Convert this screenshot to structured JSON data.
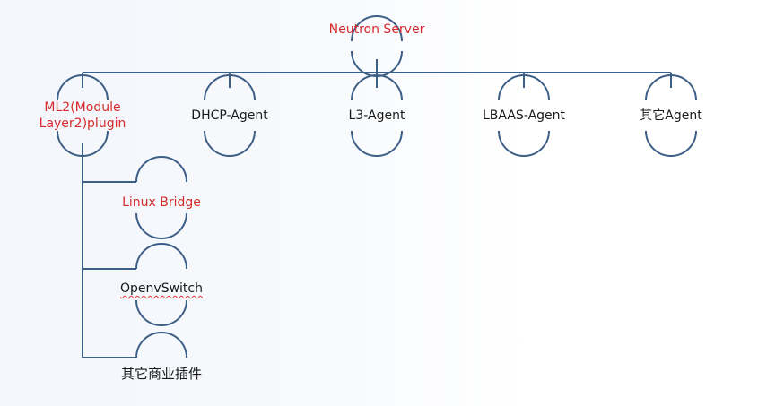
{
  "nodes": {
    "root": "Neutron Server",
    "ml2": {
      "line1": "ML2(Module",
      "line2": "Layer2)plugin"
    },
    "dhcp": "DHCP-Agent",
    "l3": "L3-Agent",
    "lbaas": "LBAAS-Agent",
    "other_agent": "其它Agent",
    "linux_bridge": "Linux Bridge",
    "openvswitch": "OpenvSwitch",
    "other_plugin": "其它商业插件"
  },
  "colors": {
    "line": "#3d5f86",
    "highlight_text": "#d62b2b",
    "normal_text": "#1a1a1a"
  }
}
